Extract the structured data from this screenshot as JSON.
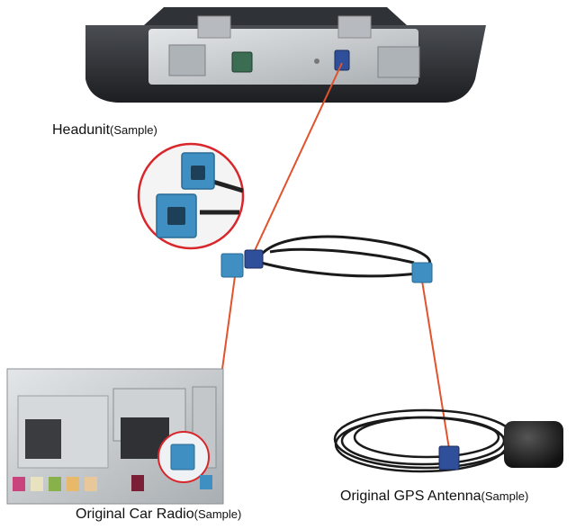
{
  "labels": {
    "headunit": {
      "main": "Headunit",
      "suffix": "(Sample)"
    },
    "car_radio": {
      "main": "Original Car Radio",
      "suffix": "(Sample)"
    },
    "gps_antenna": {
      "main": "Original GPS Antenna",
      "suffix": "(Sample)"
    }
  },
  "colors": {
    "guide_line": "#e2522b",
    "connector_blue": "#3f8fc2",
    "connector_navy": "#2f4f9a",
    "cable": "#1a1a1a",
    "zoom_circle": "#d9262b",
    "metal": "#c9cdd0",
    "plastic_dark": "#2a2c30"
  },
  "icons": {
    "connector": "fakra-connector-icon",
    "antenna": "gps-antenna-icon"
  }
}
